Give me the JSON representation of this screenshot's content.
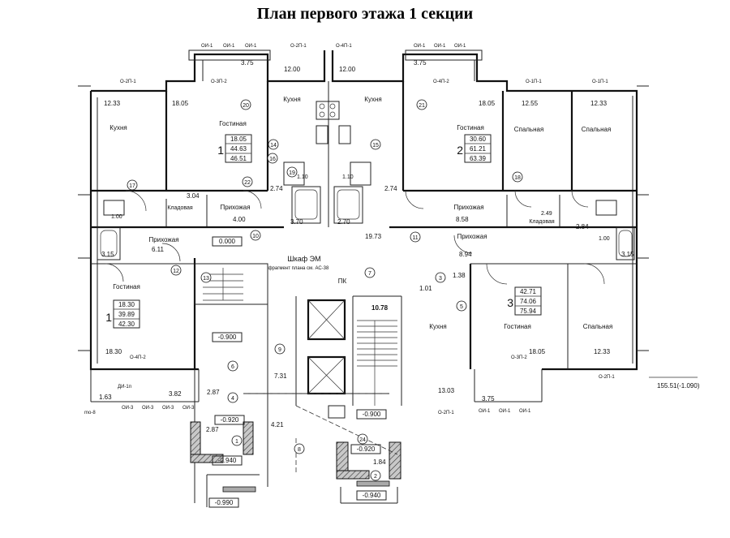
{
  "title": "План первого этажа 1 секции",
  "rooms": {
    "kitchen": "Кухня",
    "living": "Гостиная",
    "bedroom": "Спальная",
    "hall": "Прихожая",
    "storage": "Кладовая",
    "closet": "Шкаф ЭМ",
    "fragment_note": "фрагмент плана см. АС-38",
    "pk": "ПК"
  },
  "apartments": {
    "a1_top": {
      "num": "1",
      "area1": "18.05",
      "area2": "44.63",
      "area3": "46.51"
    },
    "a2": {
      "num": "2",
      "area1": "30.60",
      "area2": "61.21",
      "area3": "63.39"
    },
    "a1_bottom": {
      "num": "1",
      "area1": "18.30",
      "area2": "39.89",
      "area3": "42.30"
    },
    "a3": {
      "num": "3",
      "area1": "42.71",
      "area2": "74.06",
      "area3": "75.94"
    }
  },
  "areas": {
    "tl_kitchen": "12.33",
    "tl_living": "18.05",
    "top_kitchen_l": "12.00",
    "top_kitchen_r": "12.00",
    "tr_living": "18.05",
    "tr_bed1": "12.55",
    "tr_bed2": "12.33",
    "balc_tl": "3.75",
    "balc_tr": "3.75",
    "stor_l": "3.04",
    "hall_l": "4.00",
    "bath_l": "2.74",
    "bath_r": "2.74",
    "wc_l": "1.10",
    "wc_r": "1.10",
    "sh_l": "3.70",
    "sh_r": "2.70",
    "hall_r": "8.58",
    "stor_r": "2.49",
    "c284": "2.84",
    "wc_ll": "1.00",
    "wc_rr": "1.00",
    "bath_ll": "3.15",
    "bath_rr": "3.15",
    "hall_ll": "6.11",
    "corr": "19.73",
    "hall_rr": "8.94",
    "bl_living": "18.30",
    "bl_bottom": "18.30",
    "bl_small": "1.63",
    "bl_balc": "3.82",
    "stair": "7.31",
    "c287a": "2.87",
    "c287b": "2.87",
    "c421": "4.21",
    "c184": "1.84",
    "c101": "1.01",
    "c138": "1.38",
    "c1303": "13.03",
    "br_living": "18.05",
    "br_bed": "12.33",
    "br_balc": "3.75"
  },
  "levels": {
    "l0": "0.000",
    "l1": "-0.900",
    "l2": "-0.920",
    "l3": "-0.940",
    "l4": "-0.990",
    "l5": "-0.900",
    "l6": "-0.920",
    "l7": "-0.940",
    "l8": "155.51(-1.090)",
    "l9": "10.78"
  },
  "codes": {
    "oi1": "ОИ-1",
    "o2p1": "О-2П-1",
    "o4p1": "О-4П-1",
    "o3p2": "О-3П-2",
    "o4p2": "О-4П-2",
    "o1p1": "О-1П-1",
    "oi3": "ОИ-3",
    "di1p": "ДИ-1п",
    "i7": "mo-8"
  },
  "markers": [
    "20",
    "21",
    "14",
    "15",
    "16",
    "17",
    "18",
    "19",
    "22",
    "10",
    "11",
    "12",
    "13",
    "9",
    "8",
    "6",
    "4",
    "5",
    "1",
    "2",
    "3",
    "24",
    "7"
  ]
}
